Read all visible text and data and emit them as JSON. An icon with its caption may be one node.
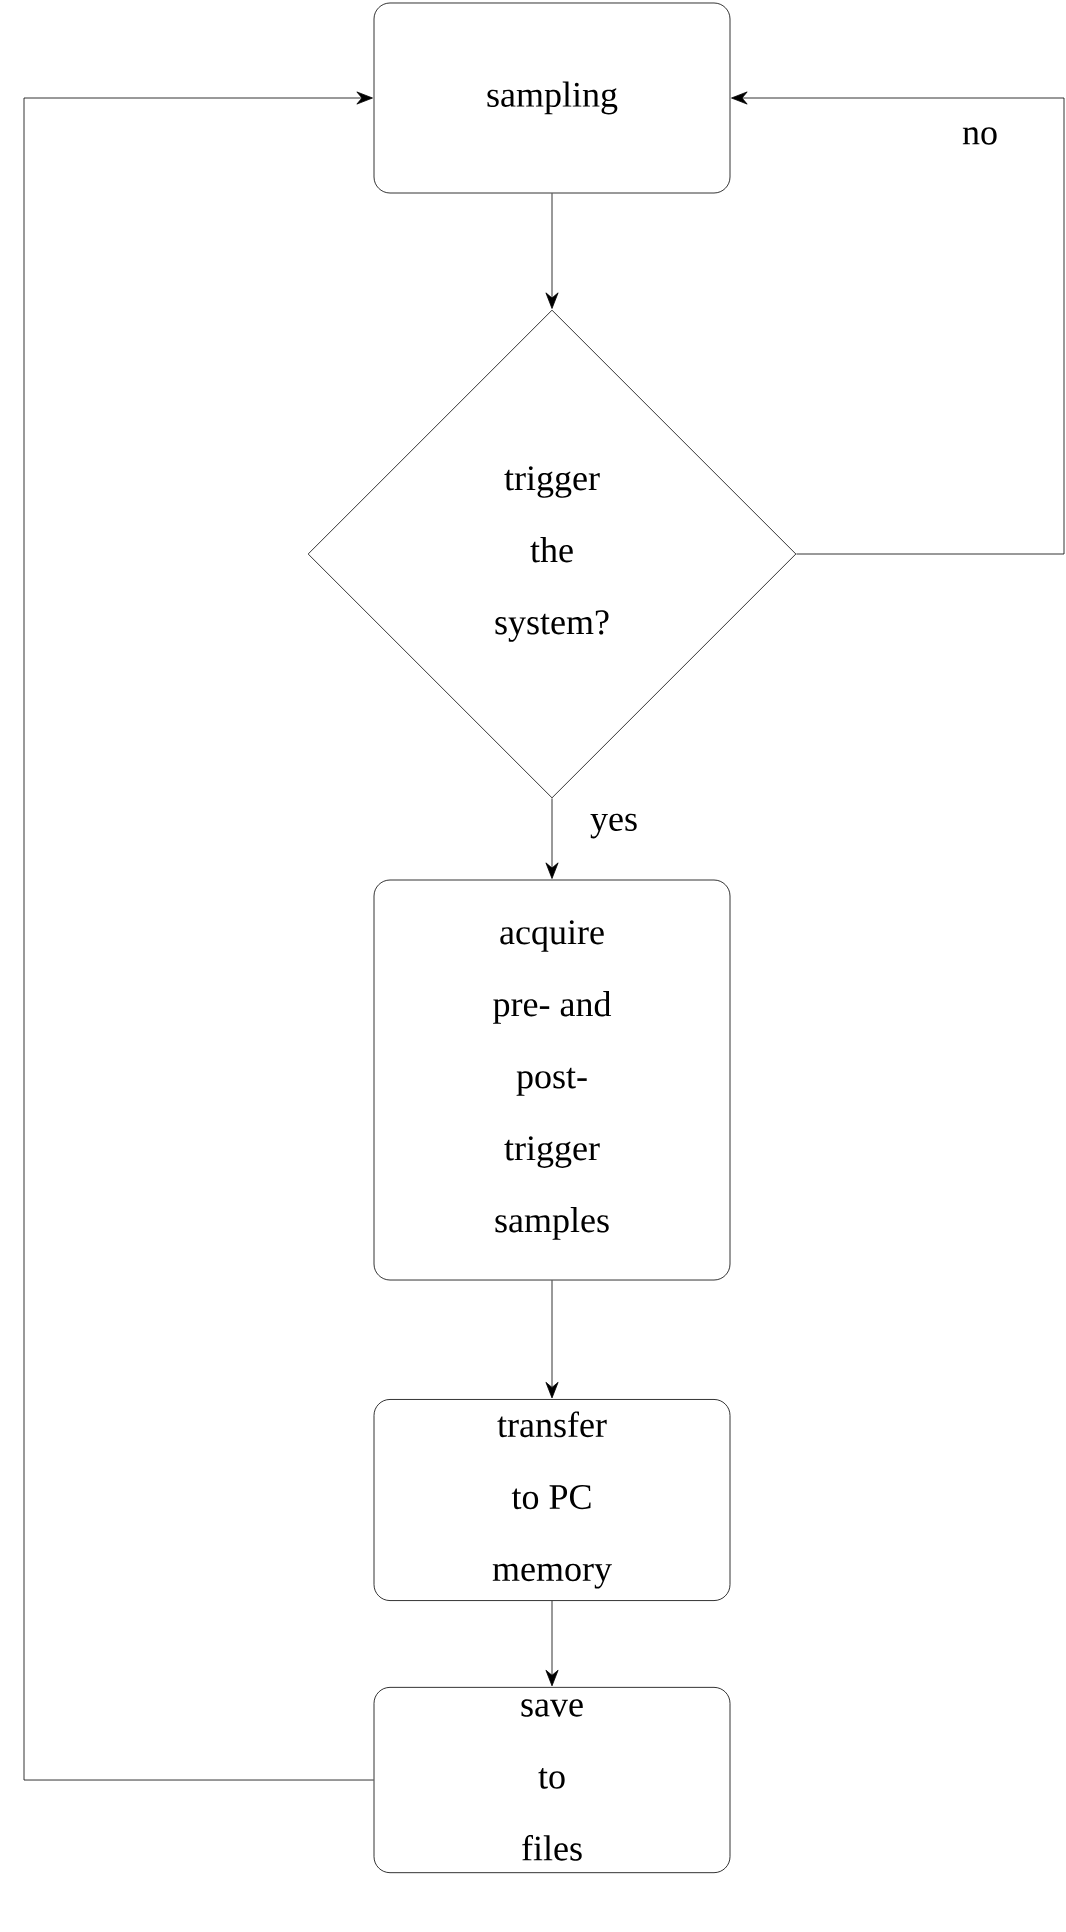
{
  "diagram": {
    "nodes": [
      {
        "text": [
          "sampling"
        ]
      },
      {
        "text": [
          "trigger the system?"
        ]
      },
      {
        "text": [
          "acquire pre- and post-trigger samples"
        ]
      },
      {
        "text": [
          "transfer to PC memory"
        ]
      },
      {
        "text": [
          "save to files"
        ]
      }
    ],
    "edges": [
      {
        "from": 0,
        "to": 1,
        "arrow": "to"
      },
      {
        "from": 1,
        "to": 2,
        "arrow": "to",
        "label": "yes"
      },
      {
        "from": 2,
        "to": 3,
        "arrow": "to"
      },
      {
        "from": 3,
        "to": 4,
        "arrow": "to"
      },
      {
        "from": 4,
        "to": 0,
        "arrow": "to"
      },
      {
        "from": 1,
        "to": 0,
        "arrow": "to",
        "label": "no"
      }
    ]
  }
}
